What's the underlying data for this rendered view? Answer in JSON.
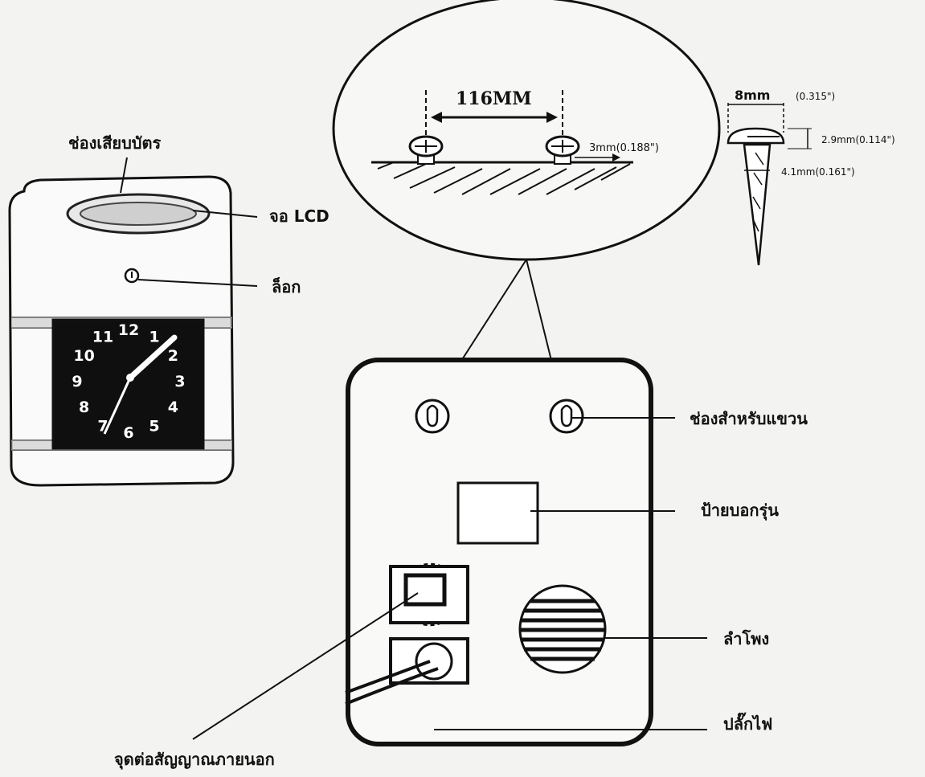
{
  "labels": {
    "card_slot": "ช่องเสียบบัตร",
    "lcd": "จอ LCD",
    "lock": "ล็อก",
    "hanging_slots": "ช่องสำหรับแขวน",
    "model_plate": "ป้ายบอกรุ่น",
    "speaker": "ลำโพง",
    "power_plug": "ปลั๊กไฟ",
    "external_signal": "จุดต่อสัญญาณภายนอก"
  },
  "dimensions": {
    "screw_spacing": "116MM",
    "wall_gap": "3mm(0.188\")",
    "head_width_mm": "8mm",
    "head_width_in": "(0.315\")",
    "head_height": "2.9mm(0.114\")",
    "shank_dia": "4.1mm(0.161\")"
  },
  "clock_numerals": [
    "12",
    "1",
    "2",
    "3",
    "4",
    "5",
    "6",
    "7",
    "8",
    "9",
    "10",
    "11"
  ]
}
